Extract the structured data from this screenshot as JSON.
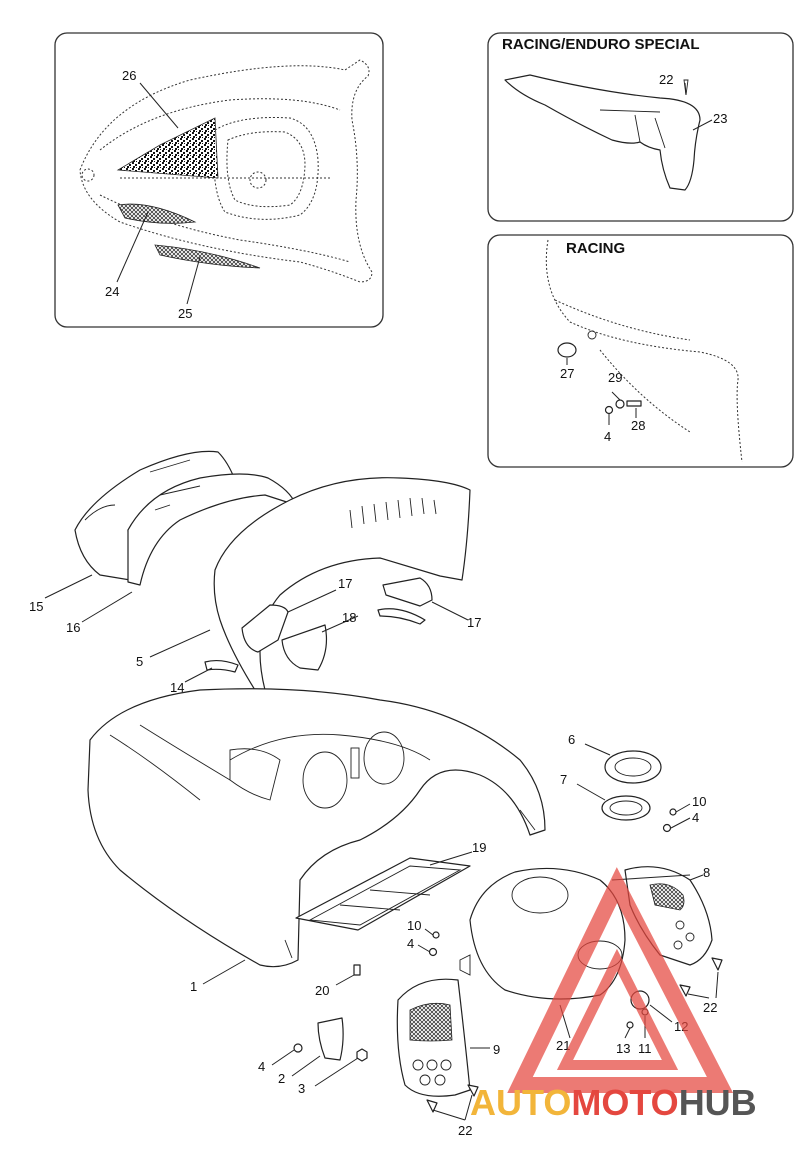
{
  "insets": {
    "top_right_title": "RACING/ENDURO SPECIAL",
    "middle_right_title": "RACING"
  },
  "callouts": {
    "c26": "26",
    "c24": "24",
    "c25": "25",
    "c22a": "22",
    "c23": "23",
    "c27": "27",
    "c29": "29",
    "c4a": "4",
    "c28": "28",
    "c15": "15",
    "c16": "16",
    "c5": "5",
    "c14": "14",
    "c17a": "17",
    "c18": "18",
    "c17b": "17",
    "c6": "6",
    "c7": "7",
    "c10a": "10",
    "c4b": "4",
    "c19": "19",
    "c8": "8",
    "c10b": "10",
    "c4c": "4",
    "c1": "1",
    "c20": "20",
    "c22b": "22",
    "c12": "12",
    "c13": "13",
    "c11": "11",
    "c21": "21",
    "c9": "9",
    "c4d": "4",
    "c2": "2",
    "c3": "3",
    "c22c": "22"
  },
  "watermark": {
    "part1": "AUTO",
    "part2": "MOTO",
    "part3": "HUB",
    "color_auto": "#f2b53a",
    "color_moto": "#e4473f",
    "color_hub": "#555555"
  }
}
